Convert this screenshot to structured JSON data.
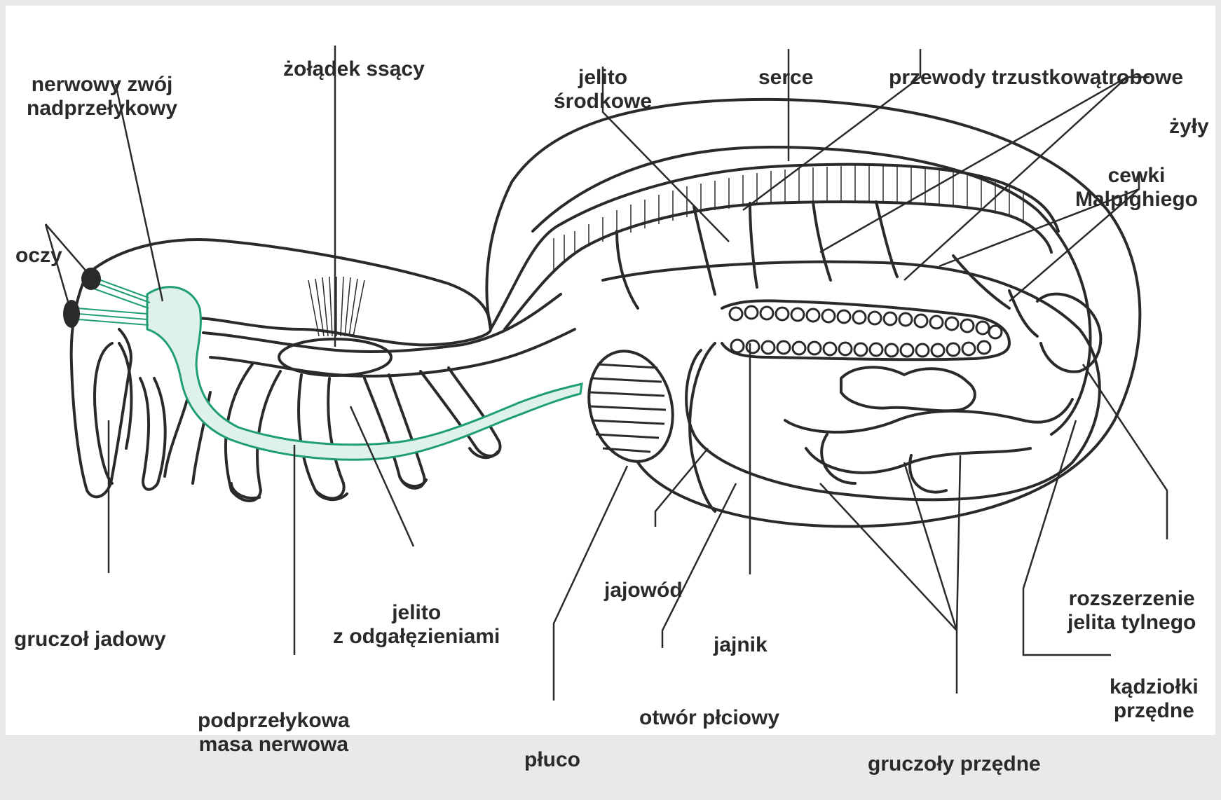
{
  "labels": {
    "nerve_ganglion": [
      "nerwowy zwój",
      "nadprzełykowy"
    ],
    "sucking_stomach": [
      "żołądek ssący"
    ],
    "midgut": [
      "jelito",
      "środkowe"
    ],
    "heart": [
      "serce"
    ],
    "pancreatic_ducts": [
      "przewody trzustkowątrobowe"
    ],
    "veins": [
      "żyły"
    ],
    "malpighian_tubules": [
      "cewki",
      "Malpighiego"
    ],
    "eyes": [
      "oczy"
    ],
    "venom_gland": [
      "gruczoł jadowy"
    ],
    "subesophageal_mass": [
      "podprzełykowa",
      "masa nerwowa"
    ],
    "branched_gut": [
      "jelito",
      "z odgałęzieniami"
    ],
    "oviduct": [
      "jajowód"
    ],
    "lung": [
      "płuco"
    ],
    "ovary": [
      "jajnik"
    ],
    "genital_opening": [
      "otwór płciowy"
    ],
    "silk_glands": [
      "gruczoły przędne"
    ],
    "hindgut_dilation": [
      "rozszerzenie",
      "jelita tylnego"
    ],
    "spinnerets": [
      "kądziołki",
      "przędne"
    ]
  },
  "colors": {
    "background": "#ffffff",
    "frame": "#e9e9e9",
    "outline": "#2a2a2a",
    "nervous_system": "#1f9e73",
    "nervous_fill": "#dff2ea"
  }
}
